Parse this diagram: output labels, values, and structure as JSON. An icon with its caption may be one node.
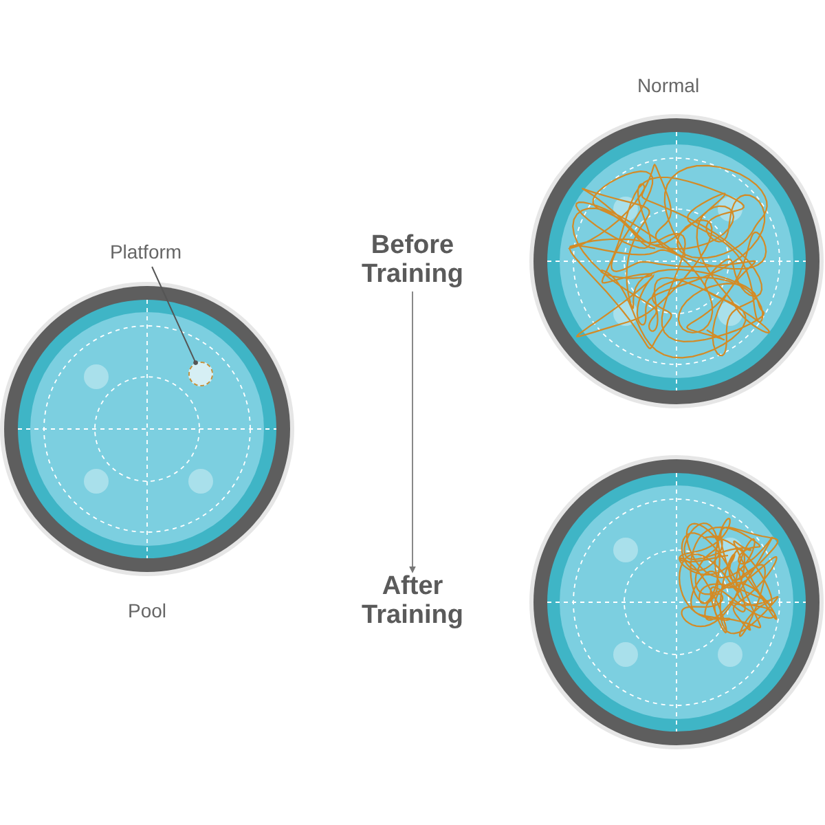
{
  "diagram": {
    "nodes": [
      {
        "text": [],
        "shape": "circle",
        "beside": [
          "Pool"
        ]
      },
      {
        "text": [],
        "shape": "circle",
        "in": 0
      },
      {
        "text": [
          "Platform"
        ]
      },
      {
        "text": [
          "Before Training"
        ]
      },
      {
        "text": [
          "After Training"
        ]
      },
      {
        "text": [],
        "shape": "circle",
        "beside": [
          "Normal"
        ]
      },
      {
        "text": [],
        "shape": "circle"
      }
    ],
    "edges": [
      {
        "from": 2,
        "to": 1,
        "arrow": "other"
      },
      {
        "from": 3,
        "to": 4,
        "arrow": "to"
      }
    ]
  }
}
